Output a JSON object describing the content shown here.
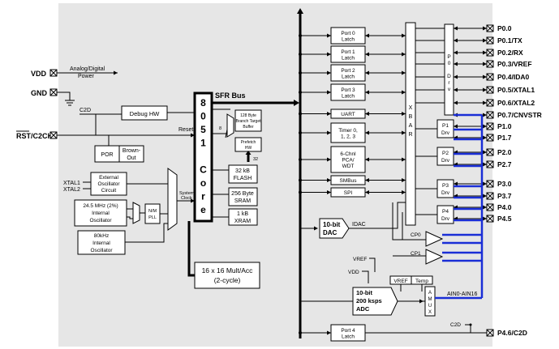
{
  "left_pins": {
    "vdd": "VDD",
    "gnd": "GND",
    "rst": "RST/C2CK",
    "vdd_note_1": "Analog/Digital",
    "vdd_note_2": "Power",
    "c2d": "C2D",
    "reset": "Reset",
    "xtal1": "XTAL1",
    "xtal2": "XTAL2"
  },
  "blocks": {
    "debug_hw": "Debug HW",
    "por": "POR",
    "brownout_1": "Brown-",
    "brownout_2": "Out",
    "ext_osc_1": "External",
    "ext_osc_2": "Oscillator",
    "ext_osc_3": "Circuit",
    "int_osc_1": "24.5 MHz (2%)",
    "int_osc_2": "Internal",
    "int_osc_3": "Oscillator",
    "nm_pll_1": "N/M",
    "nm_pll_2": "PLL",
    "khz_osc_1": "80kHz",
    "khz_osc_2": "Internal",
    "khz_osc_3": "Oscillator",
    "sys_clock_1": "System",
    "sys_clock_2": "Clock",
    "core_chars": [
      "8",
      "0",
      "5",
      "1",
      "",
      "C",
      "o",
      "r",
      "e"
    ],
    "branch_buf_1": "128 Byte",
    "branch_buf_2": "Branch Target",
    "branch_buf_3": "Buffer",
    "prefetch_1": "Prefetch",
    "prefetch_2": "HW",
    "bus_w8": "8",
    "bus_w32": "32",
    "flash_1": "32 kB",
    "flash_2": "FLASH",
    "sram_1": "256 Byte",
    "sram_2": "SRAM",
    "xram_1": "1 kB",
    "xram_2": "XRAM",
    "mult_1": "16 x 16 Mult/Acc",
    "mult_2": "(2-cycle)",
    "sfr_bus": "SFR Bus",
    "dac_1": "10-bit",
    "dac_2": "DAC",
    "idac": "IDAC",
    "adc_1": "10-bit",
    "adc_2": "200 ksps",
    "adc_3": "ADC",
    "amux_chars": [
      "A",
      "M",
      "U",
      "X"
    ],
    "vref_box": "VREF",
    "temp_box": "Temp",
    "vref_lbl": "VREF",
    "vdd_lbl": "VDD",
    "ain_lbl": "AIN0-AIN16",
    "cp0": "CP0",
    "cp1": "CP1",
    "xbar_chars": [
      "X",
      "B",
      "A",
      "R"
    ],
    "p0drv_chars": [
      "P",
      "0",
      "",
      "D",
      "r",
      "v"
    ],
    "c2d_right": "C2D"
  },
  "periph": [
    {
      "l1": "Port 0",
      "l2": "Latch"
    },
    {
      "l1": "Port 1",
      "l2": "Latch"
    },
    {
      "l1": "Port 2",
      "l2": "Latch"
    },
    {
      "l1": "Port 3",
      "l2": "Latch"
    },
    {
      "l1": "UART",
      "l2": ""
    },
    {
      "l1": "Timer 0,",
      "l2": "1, 2, 3"
    },
    {
      "l1": "6-Chnl",
      "l2": "PCA/",
      "l3": "WDT"
    },
    {
      "l1": "SMBus",
      "l2": ""
    },
    {
      "l1": "SPI",
      "l2": ""
    },
    {
      "l1": "Port 4",
      "l2": "Latch"
    }
  ],
  "drv": [
    {
      "l1": "P1",
      "l2": "Drv"
    },
    {
      "l1": "P2",
      "l2": "Drv"
    },
    {
      "l1": "P3",
      "l2": "Drv"
    },
    {
      "l1": "P4",
      "l2": "Drv"
    }
  ],
  "right_pins": [
    "P0.0",
    "P0.1/TX",
    "P0.2/RX",
    "P0.3/VREF",
    "P0.4/IDA0",
    "P0.5/XTAL1",
    "P0.6/XTAL2",
    "P0.7/CNVSTR",
    "P1.0",
    "P1.7",
    "P2.0",
    "P2.7",
    "P3.0",
    "P3.7",
    "P4.0",
    "P4.5",
    "P4.6/C2D"
  ]
}
